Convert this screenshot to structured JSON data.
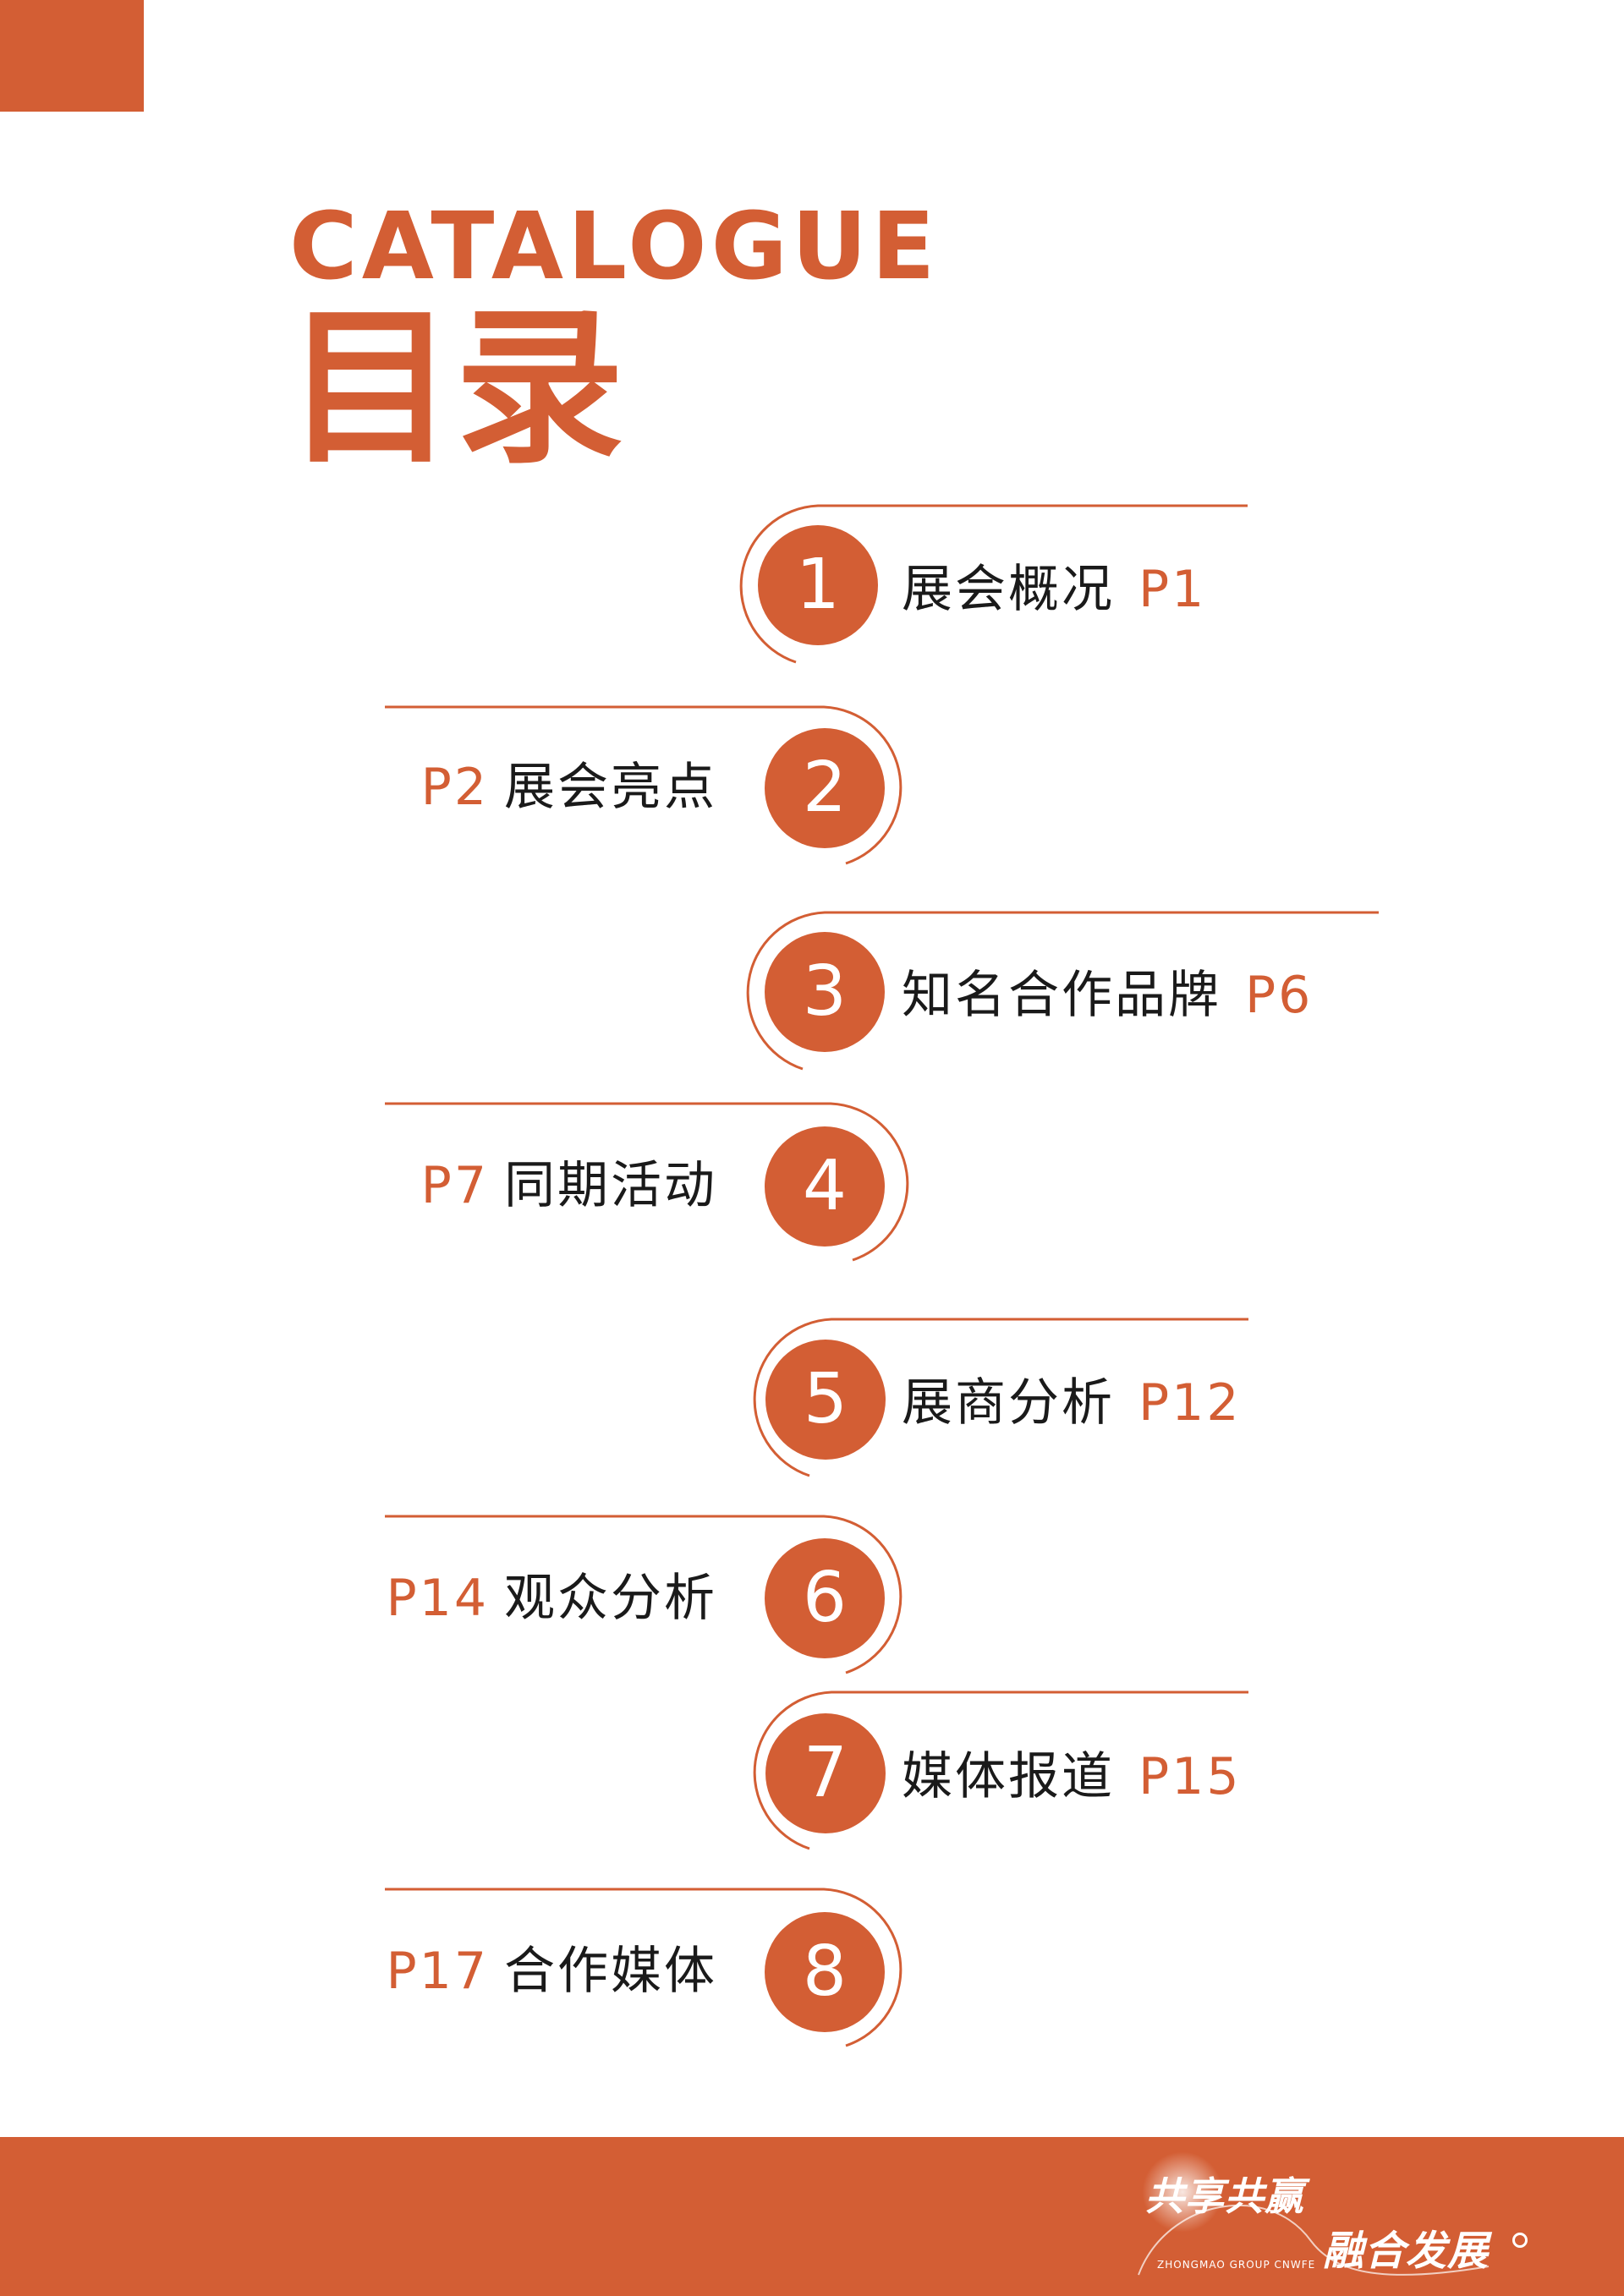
{
  "header": {
    "title_en": "CATALOGUE",
    "title_cn": "目录"
  },
  "catalogue": {
    "items": [
      {
        "num": "1",
        "title": "展会概况",
        "page": "P1"
      },
      {
        "num": "2",
        "title": "展会亮点",
        "page": "P2"
      },
      {
        "num": "3",
        "title": "知名合作品牌",
        "page": "P6"
      },
      {
        "num": "4",
        "title": "同期活动",
        "page": "P7"
      },
      {
        "num": "5",
        "title": "展商分析",
        "page": "P12"
      },
      {
        "num": "6",
        "title": "观众分析",
        "page": "P14"
      },
      {
        "num": "7",
        "title": "媒体报道",
        "page": "P15"
      },
      {
        "num": "8",
        "title": "合作媒体",
        "page": "P17"
      }
    ]
  },
  "footer": {
    "logo_line1": "共享共赢",
    "logo_line2": "融合发展",
    "logo_sub": "ZHONGMAO GROUP CNWFE"
  },
  "colors": {
    "accent": "#D35E34",
    "text": "#1a1a1a",
    "background": "#ffffff"
  }
}
